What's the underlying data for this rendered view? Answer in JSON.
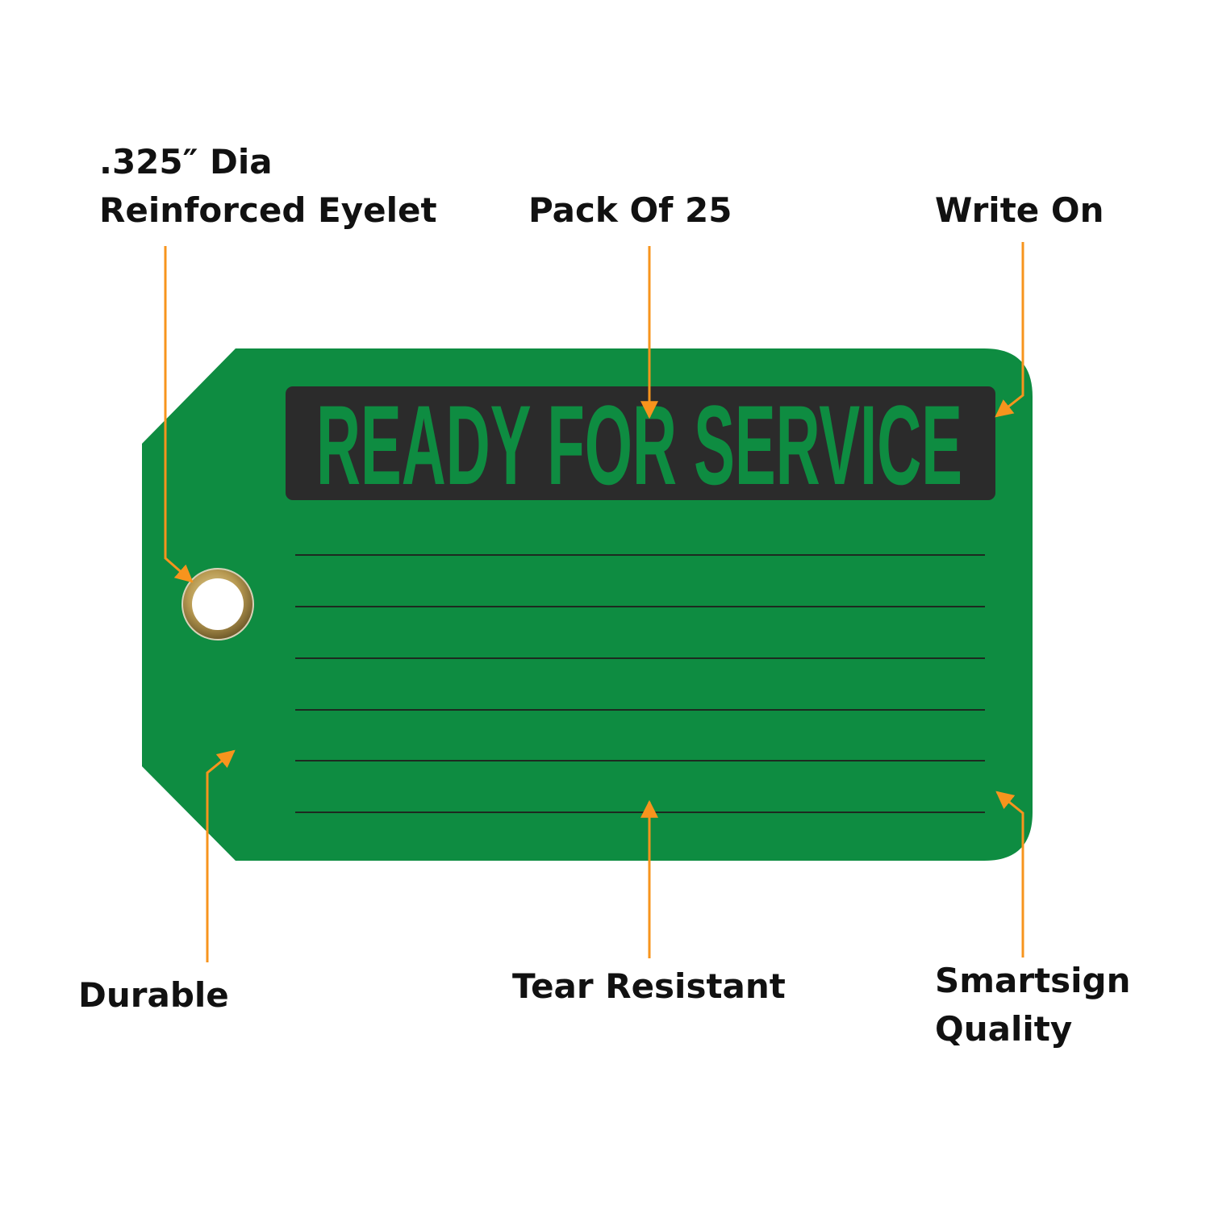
{
  "colors": {
    "tag": "#0e8c41",
    "header": "#2b2b2b",
    "callout": "#f7941d",
    "rule": "#1d2a20"
  },
  "tag": {
    "title": "READY FOR SERVICE",
    "write_lines": 6
  },
  "callouts": {
    "eyelet_line1": ".325″ Dia",
    "eyelet_line2": "Reinforced Eyelet",
    "pack": "Pack Of 25",
    "write_on": "Write On",
    "durable": "Durable",
    "tear": "Tear Resistant",
    "quality_line1": "Smartsign",
    "quality_line2": "Quality"
  }
}
